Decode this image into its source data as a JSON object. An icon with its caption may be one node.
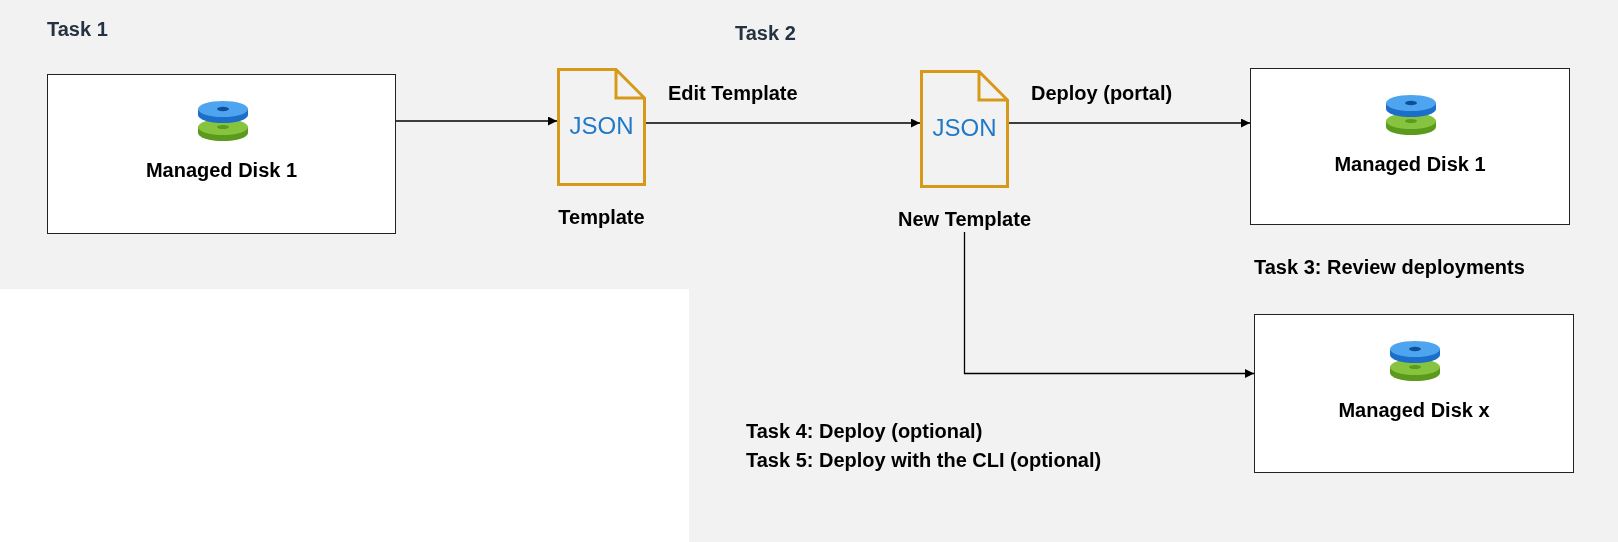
{
  "diagram": {
    "nodes": [
      {
        "text": [
          "Task 1"
        ]
      },
      {
        "text": [
          "Managed Disk 1"
        ],
        "in": 0
      },
      {
        "text": [
          "JSON"
        ],
        "beside": [
          "Template"
        ],
        "in": 0
      },
      {
        "text": [
          "Task 2"
        ]
      },
      {
        "text": [
          "JSON"
        ],
        "beside": [
          "New Template"
        ],
        "in": 3
      },
      {
        "text": [
          "Managed Disk 1"
        ],
        "in": 3
      },
      {
        "text": [
          "Managed Disk x"
        ],
        "in": 3
      }
    ],
    "edges": [
      {
        "from": 1,
        "to": 2,
        "arrow": "to"
      },
      {
        "from": 2,
        "to": 4,
        "arrow": "to",
        "label": "Edit Template"
      },
      {
        "from": 4,
        "to": 5,
        "arrow": "to",
        "label": "Deploy (portal)"
      },
      {
        "from": 4,
        "to": 6,
        "arrow": "to"
      }
    ],
    "labels": [
      "Task 3: Review deployments",
      "Task 4: Deploy (optional)",
      "Task 5: Deploy with the CLI (optional)"
    ]
  }
}
